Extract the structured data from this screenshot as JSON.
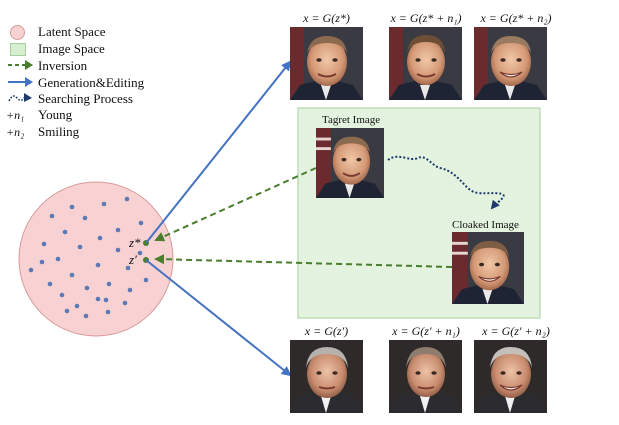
{
  "legend": {
    "latent_space": "Latent Space",
    "image_space": "Image Space",
    "inversion": "Inversion",
    "generation_editing": "Generation&Editing",
    "searching_process": "Searching Process",
    "young_symbol": "+n₁",
    "young": "Young",
    "smiling_symbol": "+n₂",
    "smiling": "Smiling"
  },
  "formulas": {
    "top": [
      "x = G(z*)",
      "x = G(z* + n₁)",
      "x = G(z* + n₂)"
    ],
    "bottom": [
      "x = G(z′)",
      "x = G(z′ + n₁)",
      "x = G(z′ + n₂)"
    ]
  },
  "labels": {
    "target_image": "Tagret Image",
    "cloaked_image": "Cloaked Image",
    "z_star": "z*",
    "z_prime": "z′"
  },
  "colors": {
    "latent_fill": "#f8d2d2",
    "latent_stroke": "#d79a9a",
    "image_space_fill": "#e3f3df",
    "image_space_stroke": "#a5cf9e",
    "dots": "#5c79b5",
    "inversion_arrow": "#4a7d2c",
    "generation_arrow": "#4472c4",
    "search_path": "#1f3b6e"
  }
}
